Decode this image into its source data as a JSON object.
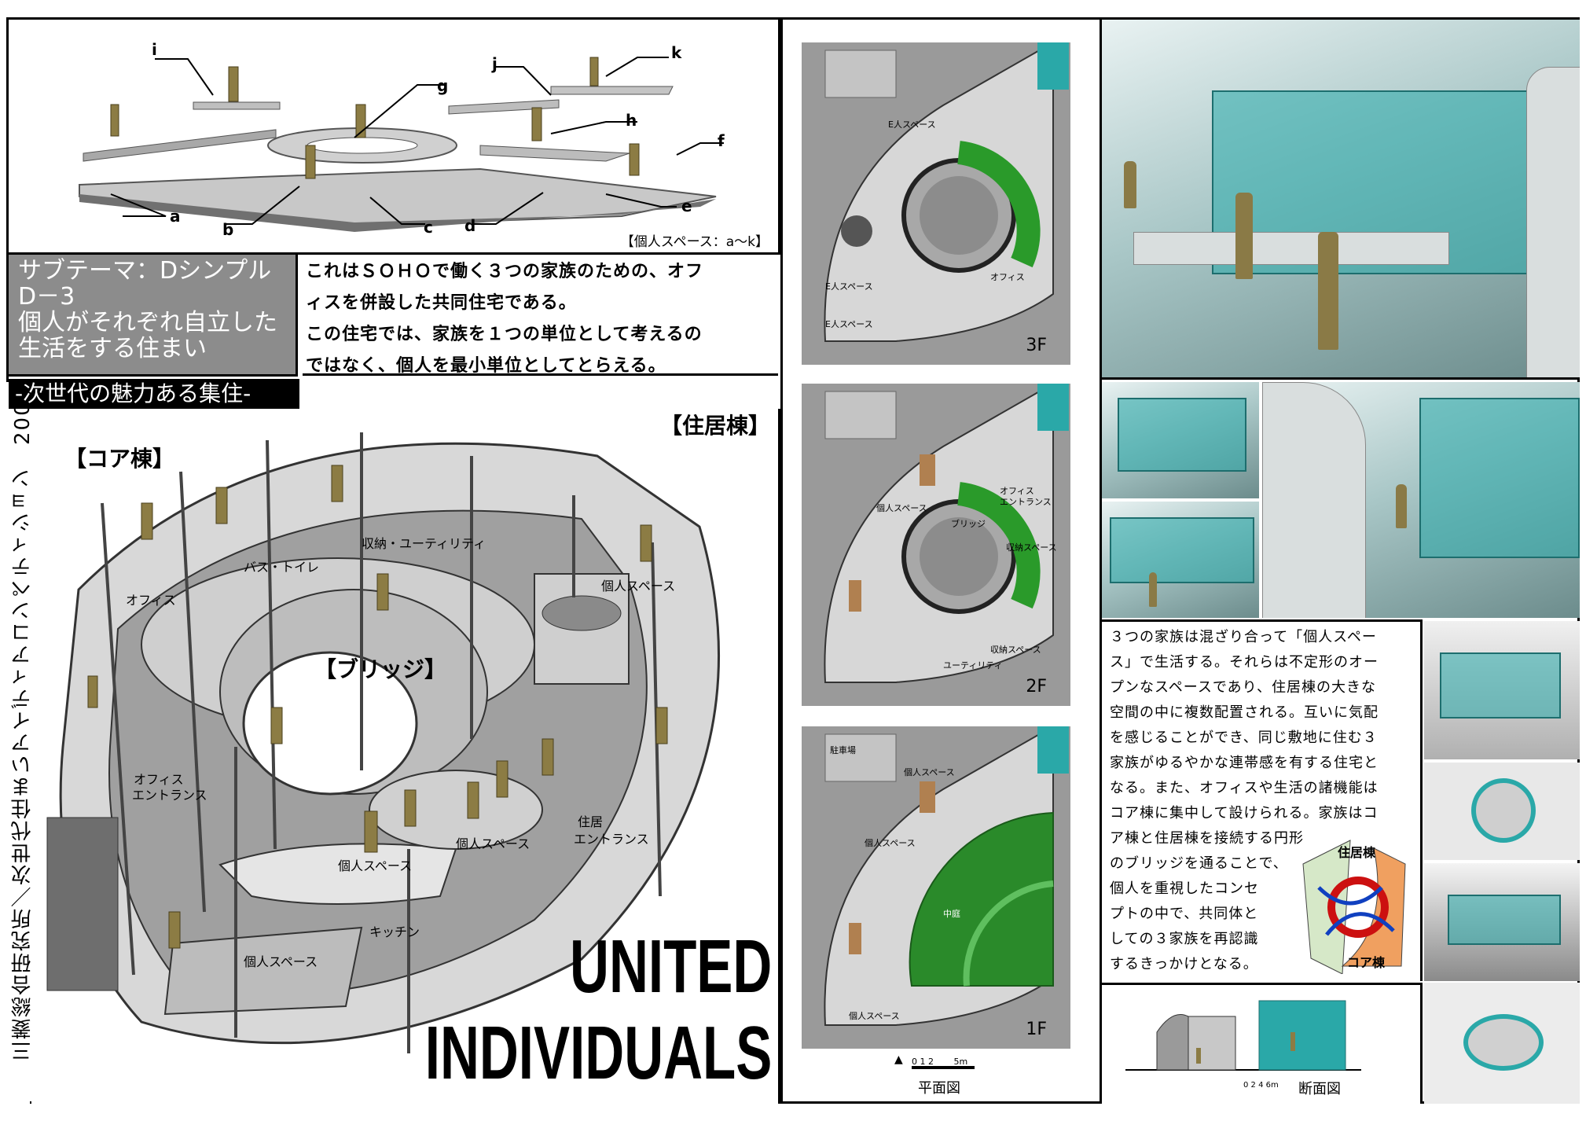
{
  "vertical_title": "三菱総合研究所／次世代住まいアイディアコンペティション　2003",
  "top_diagram": {
    "labels": [
      "i",
      "g",
      "j",
      "k",
      "h",
      "f",
      "a",
      "b",
      "c",
      "d",
      "e"
    ],
    "caption": "【個人スペース：a〜k】"
  },
  "subtheme": {
    "line1": "サブテーマ：Dシンプル",
    "line2": "D－3",
    "line3": "個人がそれぞれ自立した",
    "line4": "生活をする住まい"
  },
  "intro": {
    "line1": "これはＳＯＨＯで働く３つの家族のための、オフ",
    "line2": "ィスを併設した共同住宅である。",
    "line3": "この住宅では、家族を１つの単位として考えるの",
    "line4": "ではなく、個人を最小単位としてとらえる。"
  },
  "next_gen_banner": "-次世代の魅力ある集住-",
  "iso": {
    "core_label": "【コア棟】",
    "housing_label": "【住居棟】",
    "bridge_label": "【ブリッジ】",
    "rooms": [
      "オフィス",
      "バス・トイレ",
      "収納・ユーティリティ",
      "個人スペース",
      "オフィス",
      "エントランス",
      "個人スペース",
      "住居",
      "エントランス",
      "個人スペース",
      "キッチン",
      "個人スペース"
    ]
  },
  "title": {
    "line1": "UNITED",
    "line2": "INDIVIDUALS"
  },
  "plans": {
    "floor3": "3F",
    "floor2": "2F",
    "floor1": "1F",
    "plan3_labels": [
      "E人スペース",
      "オフィス",
      "E人スペース",
      "E人スペース"
    ],
    "plan2_labels": [
      "ブリッジ",
      "個人スペース",
      "オフィス",
      "エントランス",
      "収納スペース",
      "ユーティリティ",
      "収納スペース"
    ],
    "plan1_labels": [
      "駐車場",
      "個人スペース",
      "個人スペース",
      "中庭",
      "個人スペース"
    ],
    "scale_text": "0 1 2 　　5m",
    "caption": "平面図"
  },
  "description": {
    "lines": [
      "３つの家族は混ざり合って「個人スペー",
      "ス」で生活する。それらは不定形のオー",
      "プンなスペースであり、住居棟の大きな",
      "空間の中に複数配置される。互いに気配",
      "を感じることができ、同じ敷地に住む３",
      "家族がゆるやかな連帯感を有する住宅と",
      "なる。また、オフィスや生活の諸機能は",
      "コア棟に集中して設けられる。家族はコ",
      "ア棟と住居棟を接続する円形",
      "のブリッジを通ることで、",
      "個人を重視したコンセ",
      "プトの中で、共同体と",
      "しての３家族を再認識",
      "するきっかけとなる。"
    ],
    "diagram_label_housing": "住居棟",
    "diagram_label_core": "コア棟"
  },
  "section": {
    "scale_text": "0 2 4 6m",
    "caption": "断面図"
  },
  "colors": {
    "plan_green": "#2a9a2a",
    "glass_teal": "#2aa8a8",
    "core_orange": "#f0a060",
    "housing_green": "#d6e8c8",
    "bridge_red": "#cc1010",
    "arrow_blue": "#1040c0"
  }
}
